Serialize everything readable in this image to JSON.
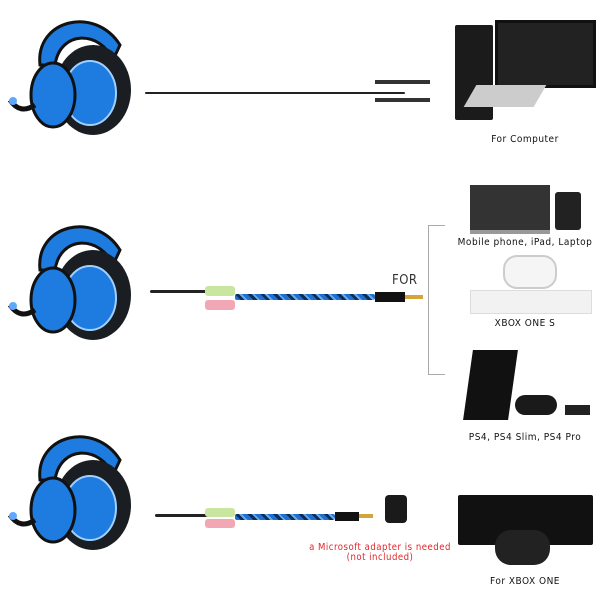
{
  "rows": [
    {
      "device_label": "For Computer"
    },
    {
      "device_labels": [
        "Mobile phone, iPad, Laptop",
        "XBOX ONE S",
        "PS4, PS4 Slim, PS4 Pro"
      ],
      "for_label": "FOR"
    },
    {
      "device_label": "For XBOX ONE",
      "note_line1": "a Microsoft adapter is needed",
      "note_line2": "(not included)"
    }
  ],
  "colors": {
    "headset_blue": "#1e7be0",
    "headset_dark": "#1a1d22",
    "note_red": "#e1242b"
  }
}
